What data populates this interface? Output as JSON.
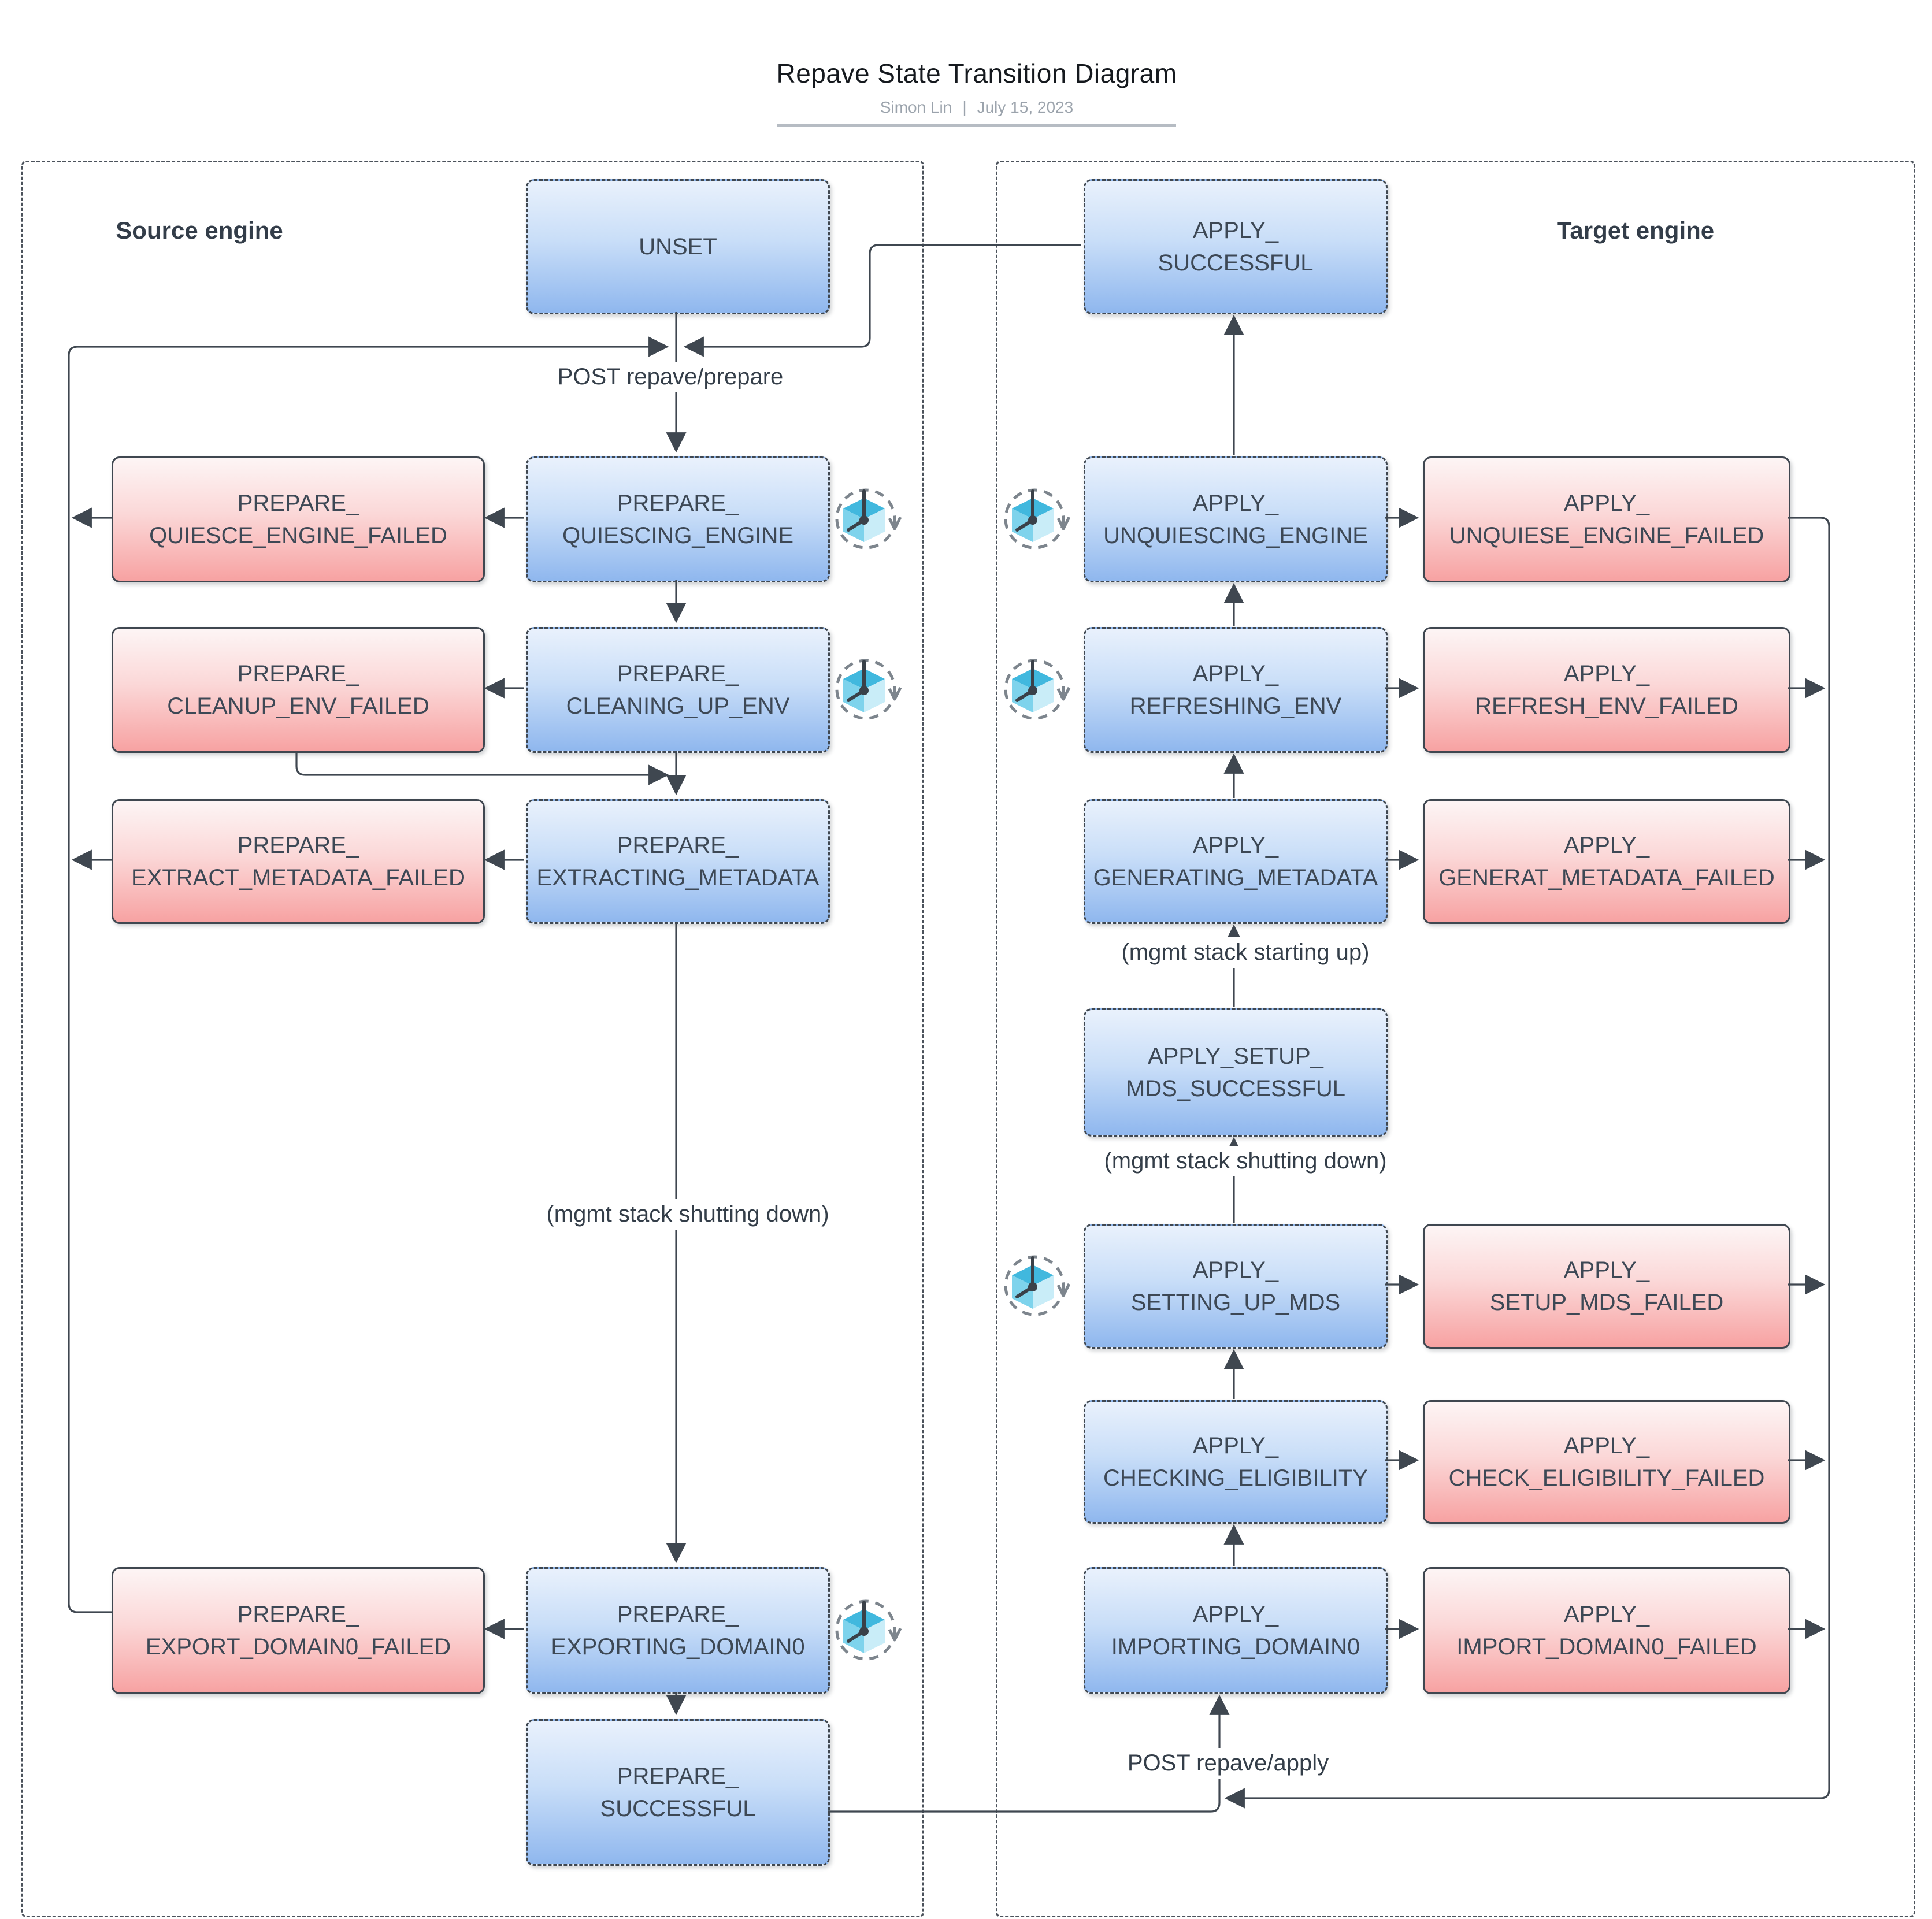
{
  "title": "Repave State Transition Diagram",
  "byline": {
    "author": "Simon Lin",
    "separator": "|",
    "date": "July 15, 2023"
  },
  "containers": {
    "source": {
      "label": "Source engine"
    },
    "target": {
      "label": "Target engine"
    }
  },
  "nodes": {
    "unset": "UNSET",
    "prep_quiescing": "PREPARE_\nQUIESCING_ENGINE",
    "prep_quiesce_failed": "PREPARE_\nQUIESCE_ENGINE_FAILED",
    "prep_cleaning": "PREPARE_\nCLEANING_UP_ENV",
    "prep_cleanup_failed": "PREPARE_\nCLEANUP_ENV_FAILED",
    "prep_extracting": "PREPARE_\nEXTRACTING_METADATA",
    "prep_extract_failed": "PREPARE_\nEXTRACT_METADATA_FAILED",
    "prep_exporting": "PREPARE_\nEXPORTING_DOMAIN0",
    "prep_export_failed": "PREPARE_\nEXPORT_DOMAIN0_FAILED",
    "prep_successful": "PREPARE_\nSUCCESSFUL",
    "apply_successful": "APPLY_\nSUCCESSFUL",
    "apply_unquiescing": "APPLY_\nUNQUIESCING_ENGINE",
    "apply_unquiese_failed": "APPLY_\nUNQUIESE_ENGINE_FAILED",
    "apply_refreshing": "APPLY_\nREFRESHING_ENV",
    "apply_refresh_failed": "APPLY_\nREFRESH_ENV_FAILED",
    "apply_generating": "APPLY_\nGENERATING_METADATA",
    "apply_generat_failed": "APPLY_\nGENERAT_METADATA_FAILED",
    "apply_setup_mds_successful": "APPLY_SETUP_\nMDS_SUCCESSFUL",
    "apply_setting_up_mds": "APPLY_\nSETTING_UP_MDS",
    "apply_setup_mds_failed": "APPLY_\nSETUP_MDS_FAILED",
    "apply_checking": "APPLY_\nCHECKING_ELIGIBILITY",
    "apply_check_failed": "APPLY_\nCHECK_ELIGIBILITY_FAILED",
    "apply_importing": "APPLY_\nIMPORTING_DOMAIN0",
    "apply_import_failed": "APPLY_\nIMPORT_DOMAIN0_FAILED"
  },
  "edge_labels": {
    "post_prepare": "POST repave/prepare",
    "src_shutdown": "(mgmt stack shutting down)",
    "starting_up": "(mgmt stack starting up)",
    "tgt_shutdown": "(mgmt stack shutting down)",
    "post_apply": "POST repave/apply"
  },
  "icons": {
    "in_progress": "cube-clock-rotation-icon"
  },
  "colors": {
    "title_color": "#15191e",
    "subtitle_color": "#9ba3ac",
    "divider_color": "#b6bcc3",
    "container_border": "#4b525b",
    "engine_label_color": "#333d49",
    "border_color": "#3f4750",
    "line_color": "#3f4750",
    "text_color": "#3d4855",
    "label_color": "#343e49",
    "state_top": "#e9f1fc",
    "state_bottom": "#8fb7ee",
    "failed_top": "#fdf5f5",
    "failed_bottom": "#f7a2a2",
    "icon_cyan_top": "#41b8de",
    "icon_cyan_left": "#7ed3ec",
    "icon_cyan_right": "#c9edf8",
    "icon_hand": "#3a4149",
    "icon_ring": "#7d858d"
  }
}
